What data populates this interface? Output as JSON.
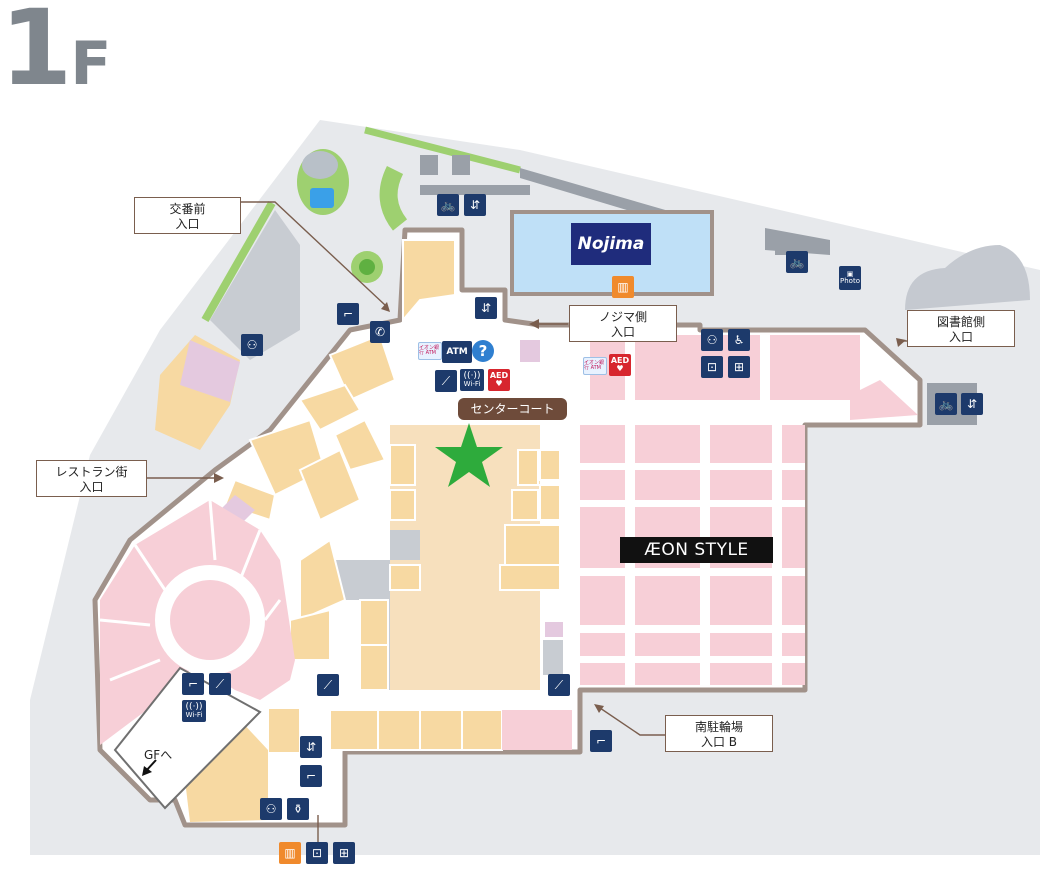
{
  "floor": {
    "number": "1",
    "letter": "F"
  },
  "center_court": "センターコート",
  "stores": {
    "nojima": "Nojima",
    "aeon": "ÆON STYLE"
  },
  "entrances": {
    "police_box": "交番前\n入口",
    "nojima_side": "ノジマ側\n入口",
    "library_side": "図書館側\n入口",
    "restaurant_street": "レストラン街\n入口",
    "south_bike_parking": "南駐輪場\n入口 B"
  },
  "gf_label": "GFへ",
  "icon_text": {
    "atm": "ATM",
    "help": "?",
    "wifi": "Wi-Fi",
    "aed": "AED",
    "photo": "Photo",
    "aeon_atm": "イオン銀行 ATM"
  },
  "colors": {
    "restaurant": "#f7d9a2",
    "aeon_store": "#f7cfd7",
    "corridor": "#ffffff",
    "outdoor": "#e6e8eb",
    "building_outline": "#9e8e82",
    "green": "#9ed070",
    "nojima_store": "#bfe0f7",
    "center_court": "#6e4b3a",
    "star": "#2eab3c",
    "icon_navy": "#1d3a6b"
  }
}
